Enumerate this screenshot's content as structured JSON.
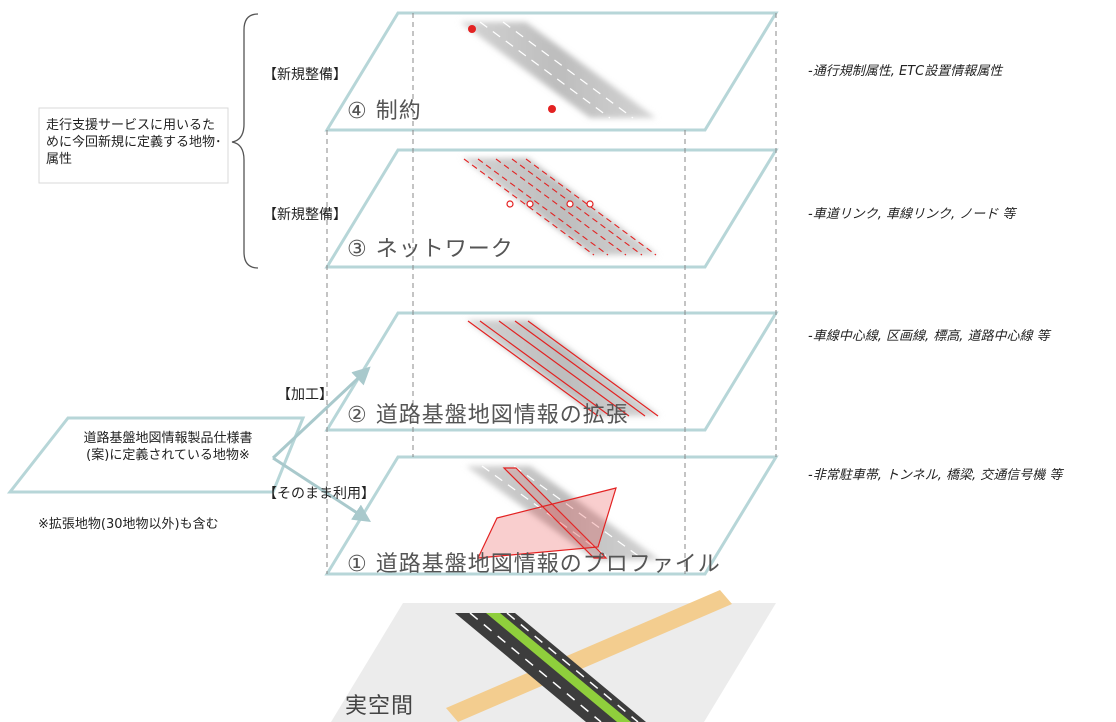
{
  "tags": {
    "new_maintenance_4": "【新規整備】",
    "new_maintenance_3": "【新規整備】",
    "processing": "【加工】",
    "as_is": "【そのまま利用】"
  },
  "layers": {
    "l4": "④ 制約",
    "l3": "③ ネットワーク",
    "l2": "② 道路基盤地図情報の拡張",
    "l1": "① 道路基盤地図情報のプロファイル",
    "real": "実空間"
  },
  "brace_box": "走行支援サービスに用いるために今回新規に定義する地物･属性",
  "source_box": "道路基盤地図情報製品仕様書(案)に定義されている地物※",
  "footnote": "※拡張地物(30地物以外)も含む",
  "descriptions": {
    "d4": "-通行規制属性, ETC設置情報属性",
    "d3": "-車道リンク, 車線リンク, ノード 等",
    "d2": "-車線中心線, 区画線, 標高, 道路中心線 等",
    "d1": "-非常駐車帯, トンネル, 橋梁, 交通信号機 等"
  },
  "colors": {
    "plane_edge": "#b7d6d8",
    "arrow": "#a9c9cc",
    "feature_red": "#e32222",
    "centerline_green": "#8fcf3c",
    "overpass": "#f2c88a"
  }
}
